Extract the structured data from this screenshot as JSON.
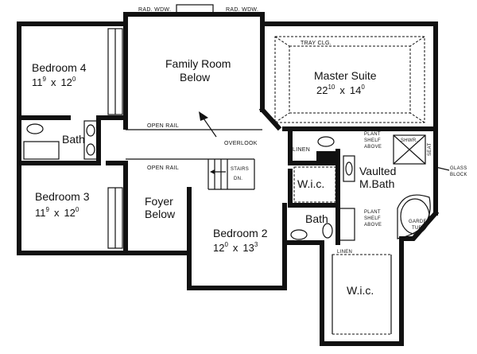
{
  "rooms": {
    "bedroom4": {
      "name": "Bedroom 4",
      "w": "11",
      "w_sup": "9",
      "x": "x",
      "h": "12",
      "h_sup": "0"
    },
    "family": {
      "line1": "Family Room",
      "line2": "Below"
    },
    "master": {
      "name": "Master Suite",
      "w": "22",
      "w_sup": "10",
      "x": "x",
      "h": "14",
      "h_sup": "0"
    },
    "bath1": {
      "name": "Bath"
    },
    "bedroom3": {
      "name": "Bedroom 3",
      "w": "11",
      "w_sup": "9",
      "x": "x",
      "h": "12",
      "h_sup": "0"
    },
    "foyer": {
      "line1": "Foyer",
      "line2": "Below"
    },
    "bedroom2": {
      "name": "Bedroom 2",
      "w": "12",
      "w_sup": "0",
      "x": "x",
      "h": "13",
      "h_sup": "3"
    },
    "wic1": {
      "name": "W.i.c."
    },
    "mbath": {
      "line1": "Vaulted",
      "line2": "M.Bath"
    },
    "bath2": {
      "name": "Bath"
    },
    "wic2": {
      "name": "W.i.c."
    }
  },
  "notes": {
    "rad_wdw_left": "RAD. WDW.",
    "rad_wdw_right": "RAD. WDW.",
    "tray_clg": "TRAY CLG.",
    "open_rail_top": "OPEN RAIL",
    "open_rail_bottom": "OPEN RAIL",
    "overlook": "OVERLOOK",
    "linen_top": "LINEN",
    "plant_shelf_top": [
      "PLANT",
      "SHELF",
      "ABOVE"
    ],
    "shwr": "SHWR.",
    "seat": "SEAT",
    "glass_block": [
      "GLASS",
      "BLOCK"
    ],
    "stairs": "STAIRS",
    "dn": "DN.",
    "plant_shelf_bottom": [
      "PLANT",
      "SHELF",
      "ABOVE"
    ],
    "garden_tub": [
      "GARDEN",
      "TUB"
    ],
    "linen_bottom": "LINEN"
  }
}
